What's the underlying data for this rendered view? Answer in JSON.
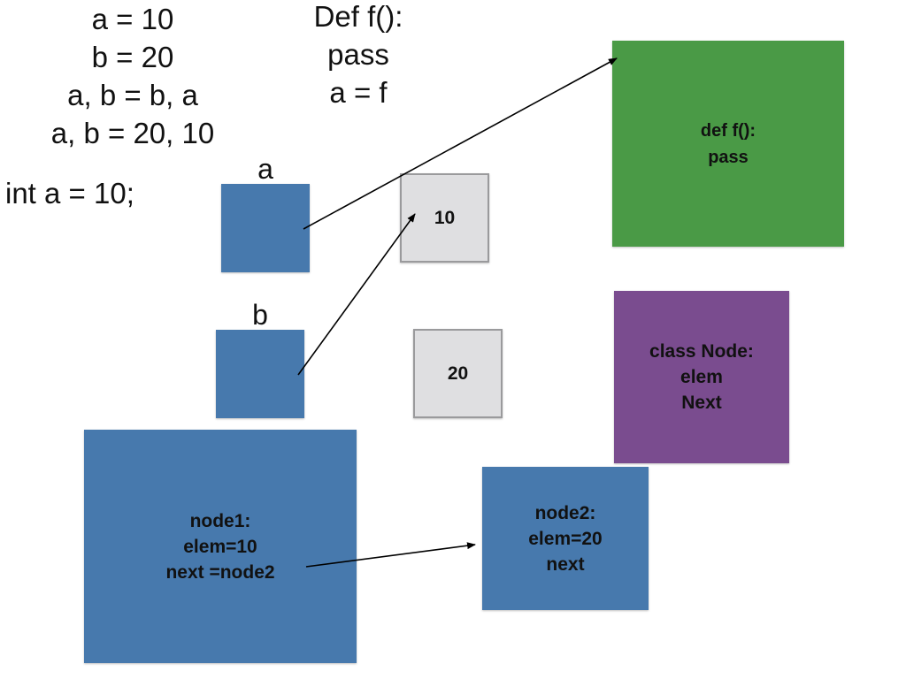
{
  "code_left": {
    "lines": [
      "a = 10",
      "b = 20",
      "a, b = b, a",
      "a, b = 20, 10"
    ],
    "int_line": "int a = 10;"
  },
  "code_right": {
    "lines": [
      "Def f():",
      "pass",
      "a = f"
    ]
  },
  "variables": {
    "a_label": "a",
    "b_label": "b"
  },
  "values": {
    "ten": "10",
    "twenty": "20"
  },
  "function_box": {
    "lines": [
      "def f():",
      "pass"
    ]
  },
  "class_box": {
    "lines": [
      "class Node:",
      "elem",
      "Next"
    ]
  },
  "node1": {
    "lines": [
      "node1:",
      "elem=10",
      "next =node2"
    ]
  },
  "node2": {
    "lines": [
      "node2:",
      "elem=20",
      "next"
    ]
  },
  "colors": {
    "variable_box": "#4779ad",
    "value_box": "#dfdfe1",
    "function_box": "#4a9a46",
    "class_box": "#7a4c8f",
    "arrow": "#000000"
  }
}
